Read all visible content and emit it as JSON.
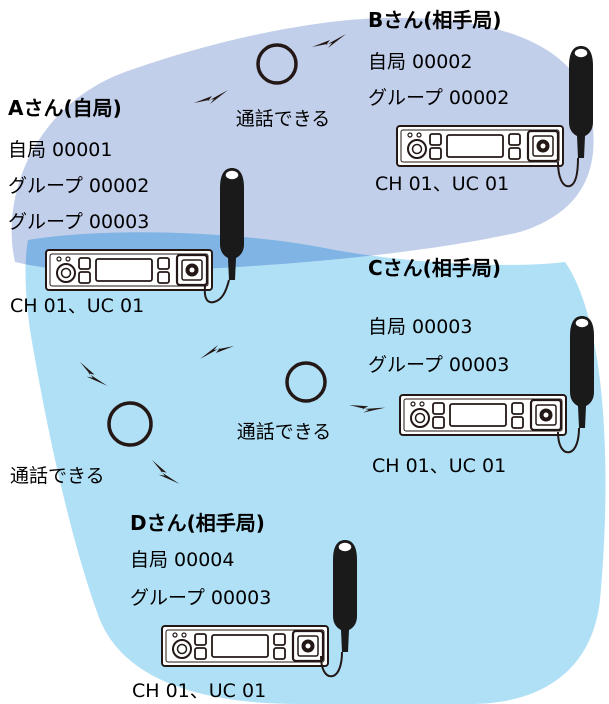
{
  "colors": {
    "group_00002_area": "#c2cfea",
    "group_00003_area": "#b0e0f6",
    "overlap_area": "#7fb4e4",
    "text": "#231815",
    "radio_body": "#ffffff",
    "mic": "#1a1a1a"
  },
  "icons": {
    "radio": "mobile-radio-icon",
    "mic": "hand-microphone-icon",
    "signal": "lightning-bolt-icon",
    "link": "ring-icon"
  },
  "stations": {
    "a": {
      "title": "Aさん(自局)",
      "own_id": "自局 00001",
      "groups": [
        "グループ 00002",
        "グループ 00003"
      ],
      "channel": "CH 01、UC 01"
    },
    "b": {
      "title": "Bさん(相手局)",
      "own_id": "自局 00002",
      "groups": [
        "グループ 00002"
      ],
      "channel": "CH 01、UC 01"
    },
    "c": {
      "title": "Cさん(相手局)",
      "own_id": "自局 00003",
      "groups": [
        "グループ 00003"
      ],
      "channel": "CH 01、UC 01"
    },
    "d": {
      "title": "Dさん(相手局)",
      "own_id": "自局 00004",
      "groups": [
        "グループ 00003"
      ],
      "channel": "CH 01、UC 01"
    }
  },
  "links": {
    "a_b": "通話できる",
    "a_c": "通話できる",
    "a_d": "通話できる"
  }
}
